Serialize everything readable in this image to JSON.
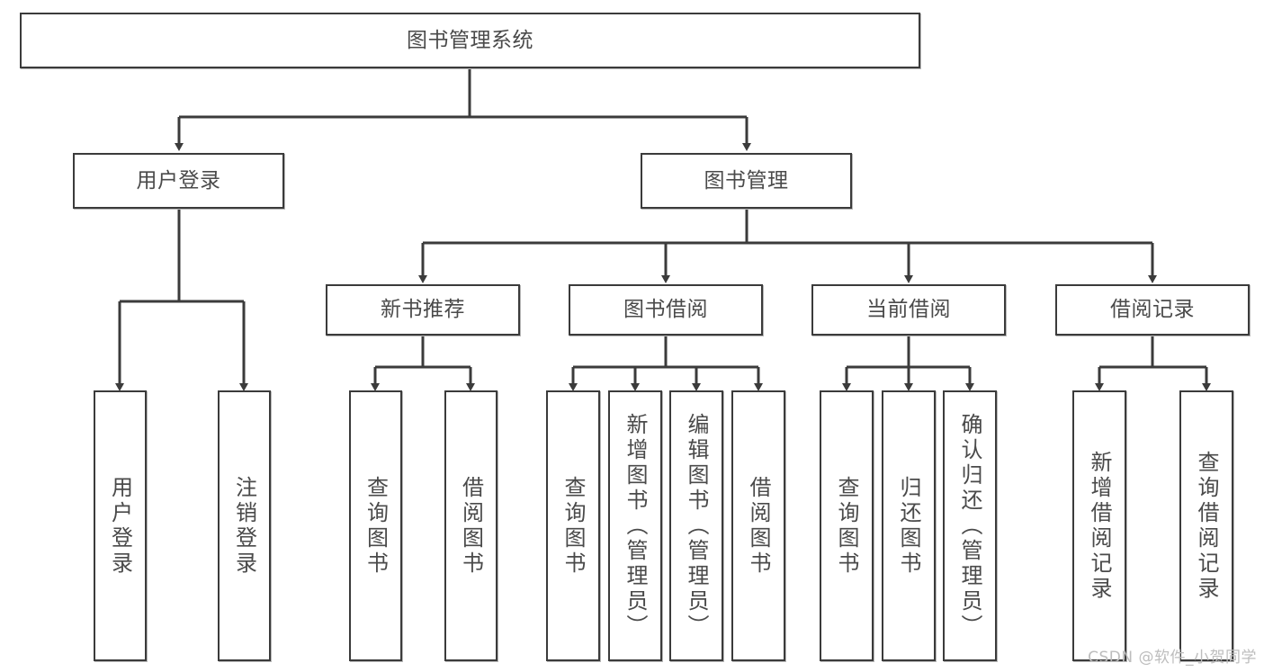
{
  "diagram": {
    "title": "图书管理系统",
    "watermark": "CSDN @软件_小贺同学",
    "colors": {
      "box_border": "#3b3b3b",
      "box_fill": "#ffffff",
      "edge": "#3b3b3b",
      "text": "#4a4a4a",
      "watermark": "#bdbdbd",
      "background": "#ffffff"
    },
    "root": {
      "label": "图书管理系统"
    },
    "level2": [
      {
        "label": "用户登录"
      },
      {
        "label": "图书管理"
      }
    ],
    "level3": [
      {
        "label": "新书推荐"
      },
      {
        "label": "图书借阅"
      },
      {
        "label": "当前借阅"
      },
      {
        "label": "借阅记录"
      }
    ],
    "leaves": {
      "user_login": [
        {
          "label": "用户登录"
        },
        {
          "label": "注销登录"
        }
      ],
      "new_book": [
        {
          "label": "查询图书"
        },
        {
          "label": "借阅图书"
        }
      ],
      "book_borrow": [
        {
          "label": "查询图书"
        },
        {
          "label": "新增图书（管理员）"
        },
        {
          "label": "编辑图书（管理员）"
        },
        {
          "label": "借阅图书"
        }
      ],
      "current_borrow": [
        {
          "label": "查询图书"
        },
        {
          "label": "归还图书"
        },
        {
          "label": "确认归还（管理员）"
        }
      ],
      "borrow_record": [
        {
          "label": "新增借阅记录"
        },
        {
          "label": "查询借阅记录"
        }
      ]
    }
  }
}
